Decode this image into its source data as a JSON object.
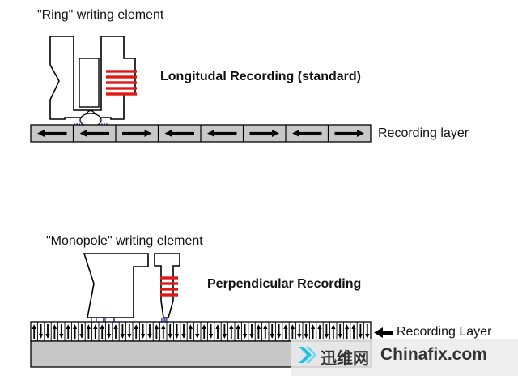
{
  "top": {
    "element_title": "\"Ring\" writing element",
    "recording_title": "Longitudal Recording (standard)",
    "layer_label": "Recording layer",
    "arrows": [
      "left",
      "left",
      "right",
      "left",
      "left",
      "right",
      "left",
      "right"
    ]
  },
  "bottom": {
    "element_title": "\"Monopole\" writing element",
    "recording_title": "Perpendicular Recording",
    "layer_label": "Recording Layer",
    "arrows": [
      "up",
      "down",
      "down",
      "up",
      "down",
      "up",
      "up",
      "down",
      "up",
      "up",
      "up",
      "down",
      "up",
      "down",
      "down",
      "up",
      "down",
      "down",
      "up",
      "up",
      "down",
      "down",
      "down",
      "up",
      "down",
      "up",
      "down",
      "up",
      "down",
      "up",
      "up",
      "down",
      "down",
      "up",
      "up",
      "down",
      "down",
      "up",
      "up",
      "down",
      "down",
      "up",
      "up",
      "down",
      "up",
      "down",
      "up",
      "up",
      "down",
      "down"
    ]
  },
  "watermark": {
    "cn_text": "迅维网",
    "en_text": "Chinafix.com"
  },
  "colors": {
    "coil": "#e01818",
    "flux": "#2838b0",
    "layer_fill": "#c8c8c8",
    "outline": "#000000"
  }
}
